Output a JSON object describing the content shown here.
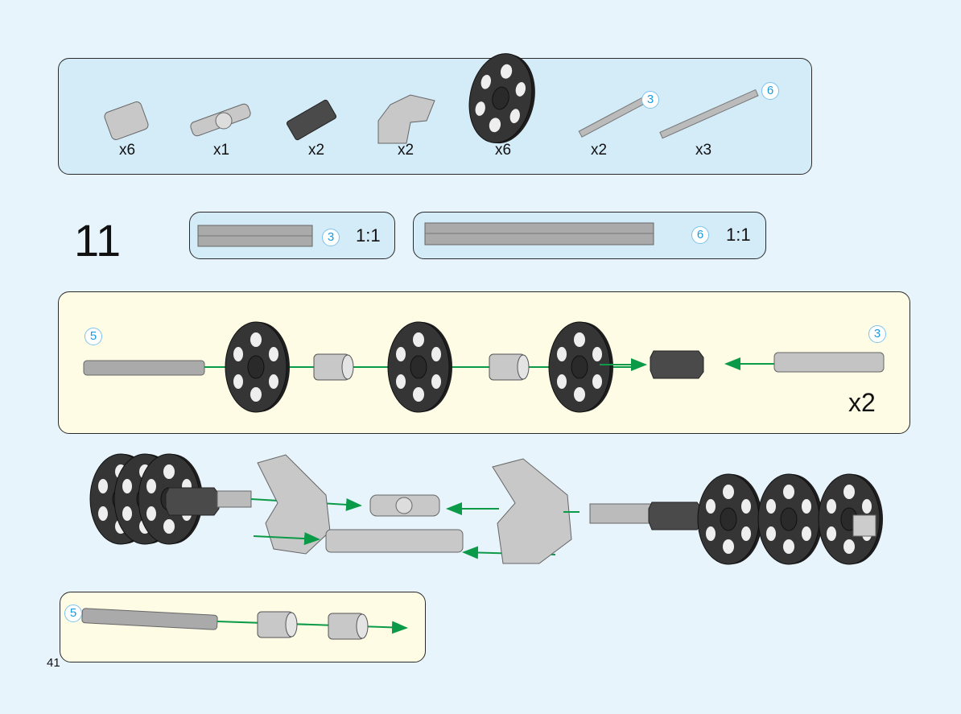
{
  "parts_list": {
    "items": [
      {
        "name": "bush",
        "qty": "x6"
      },
      {
        "name": "axle-connector-hub",
        "qty": "x1"
      },
      {
        "name": "hex-axle-connector",
        "qty": "x2"
      },
      {
        "name": "t-beam",
        "qty": "x2"
      },
      {
        "name": "wheel",
        "qty": "x6"
      },
      {
        "name": "axle-3",
        "qty": "x2",
        "length": "3"
      },
      {
        "name": "axle-6",
        "qty": "x3",
        "length": "6"
      }
    ]
  },
  "step": {
    "number": "11"
  },
  "rulers": [
    {
      "length": "3",
      "scale": "1:1"
    },
    {
      "length": "6",
      "scale": "1:1"
    }
  ],
  "sub_assembly_1": {
    "axle_left": "5",
    "axle_right": "3",
    "multiplier": "x2"
  },
  "sub_assembly_2": {
    "axle": "5"
  },
  "page_number": "41",
  "colors": {
    "background": "#e8f4fc",
    "panel_blue": "#d4ebf8",
    "panel_yellow": "#fffce6",
    "arrow": "#0a9a48",
    "callout": "#1a9be0"
  }
}
